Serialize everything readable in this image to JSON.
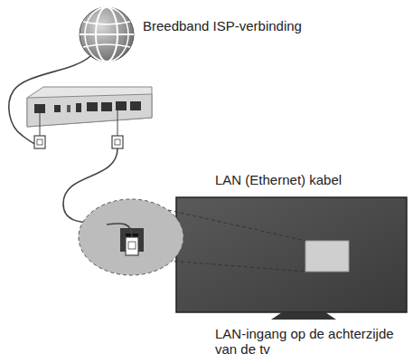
{
  "diagram": {
    "labels": [
      "Breedband ISP-verbinding",
      "LAN (Ethernet) kabel",
      "LAN-ingang op de achterzijde van de tv"
    ]
  }
}
